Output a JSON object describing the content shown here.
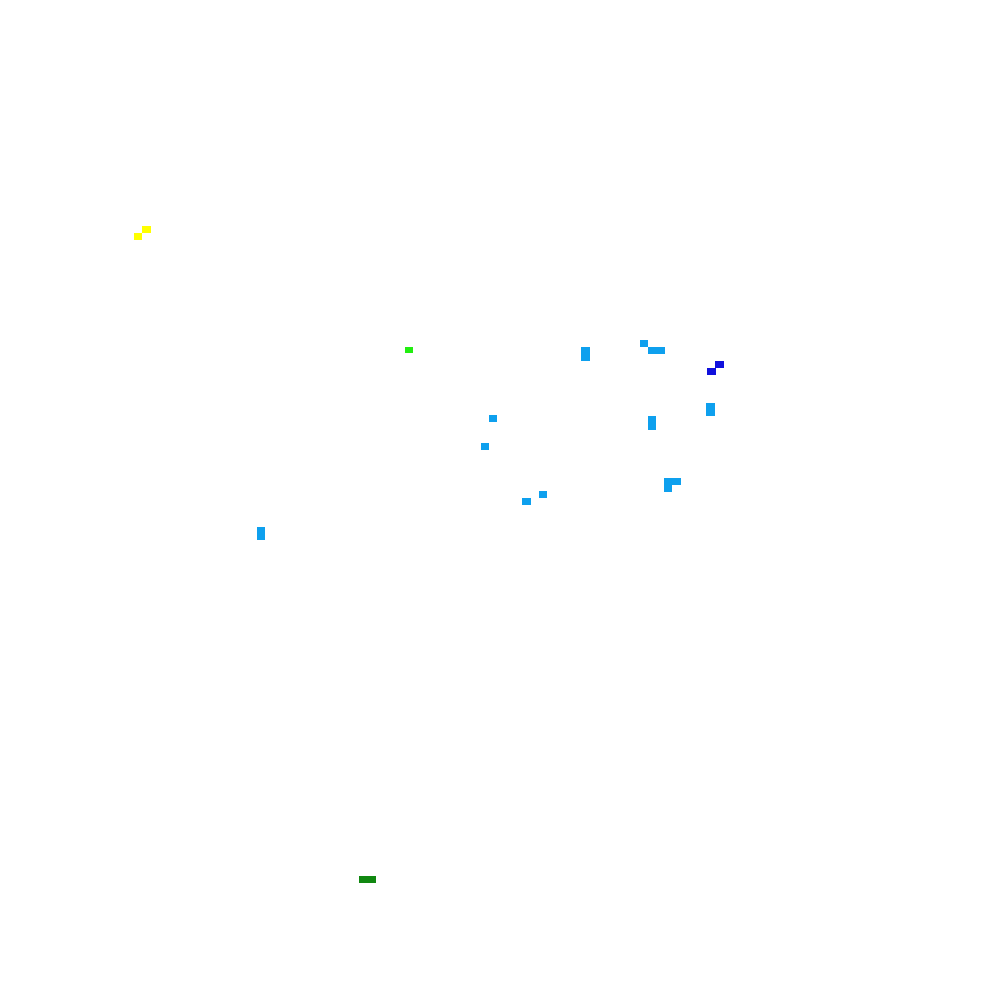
{
  "colors": {
    "background": "#ffffff",
    "yellow": "#ffff00",
    "lime": "#22ee11",
    "light_blue": "#0ea0ee",
    "dark_blue": "#1010dd",
    "dark_green": "#118811"
  },
  "clusters": [
    {
      "name": "yellow-cluster",
      "color_key": "yellow",
      "pieces": 2
    },
    {
      "name": "lime-marker",
      "color_key": "lime",
      "pieces": 1
    },
    {
      "name": "blue-cluster",
      "color_key": "light_blue",
      "pieces": 13
    },
    {
      "name": "dark-blue-cluster",
      "color_key": "dark_blue",
      "pieces": 2
    },
    {
      "name": "green-bar",
      "color_key": "dark_green",
      "pieces": 1
    }
  ]
}
